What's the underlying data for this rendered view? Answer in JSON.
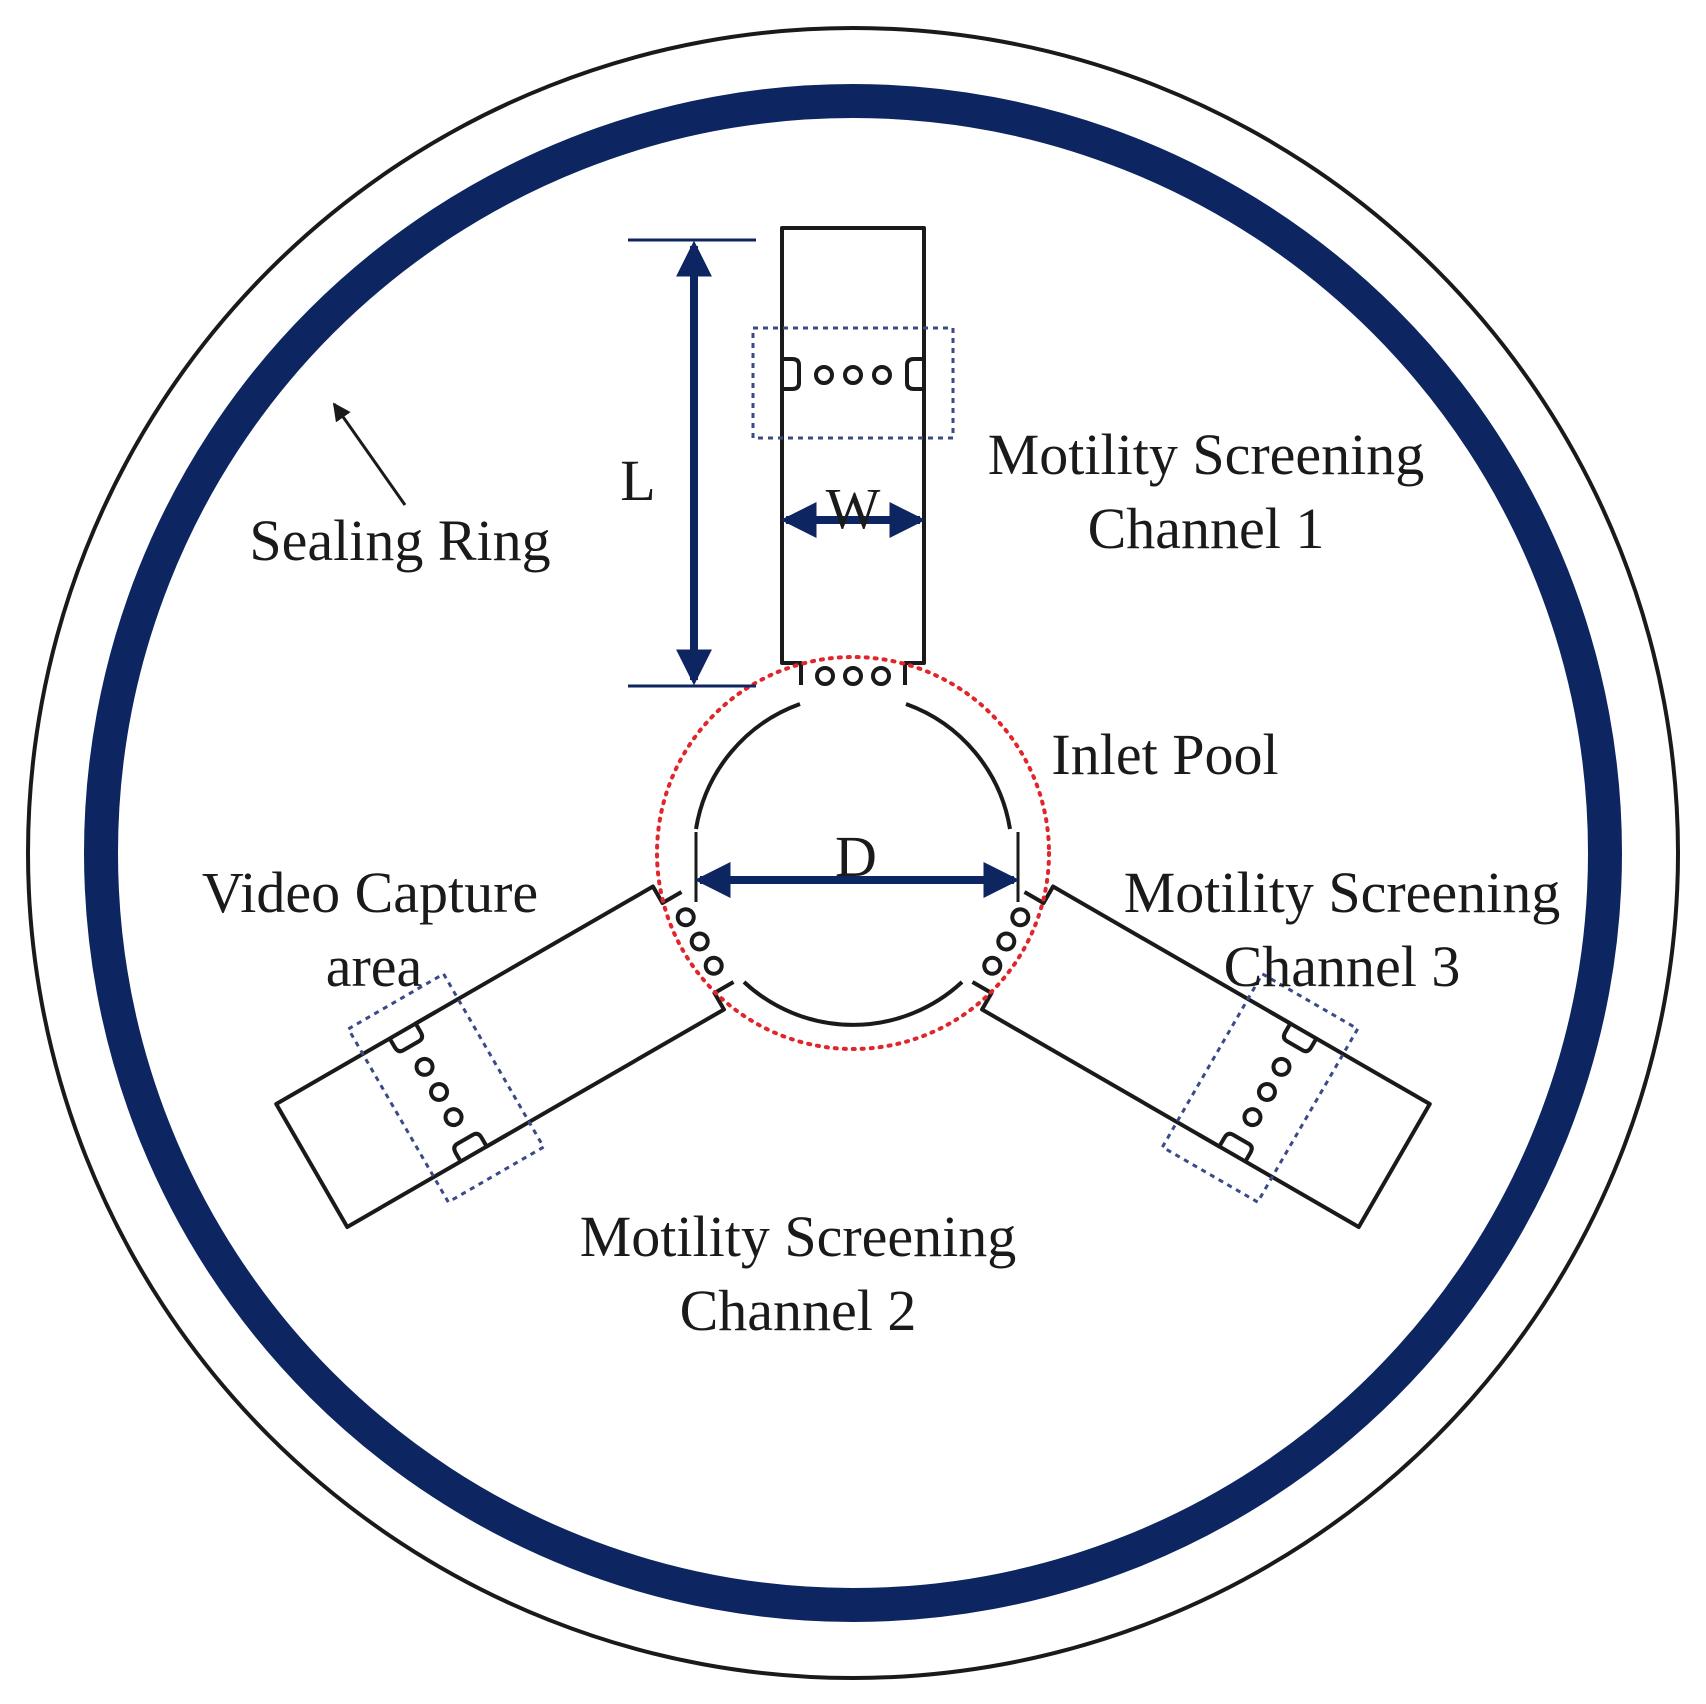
{
  "labels": {
    "sealing_ring": "Sealing Ring",
    "channel1_line1": "Motility Screening",
    "channel1_line2": "Channel 1",
    "channel2_line1": "Motility Screening",
    "channel2_line2": "Channel 2",
    "channel3_line1": "Motility Screening",
    "channel3_line2": "Channel 3",
    "inlet_pool": "Inlet Pool",
    "video_capture_line1": "Video Capture",
    "video_capture_line2": "area",
    "dim_length": "L",
    "dim_width": "W",
    "dim_diameter": "D"
  },
  "colors": {
    "ring_navy": "#0d2560",
    "dimension_navy": "#0d2560",
    "outline_black": "#1a1a1a",
    "inlet_dotted_red": "#e0262b",
    "capture_dotted_blue": "#3a4a86"
  }
}
